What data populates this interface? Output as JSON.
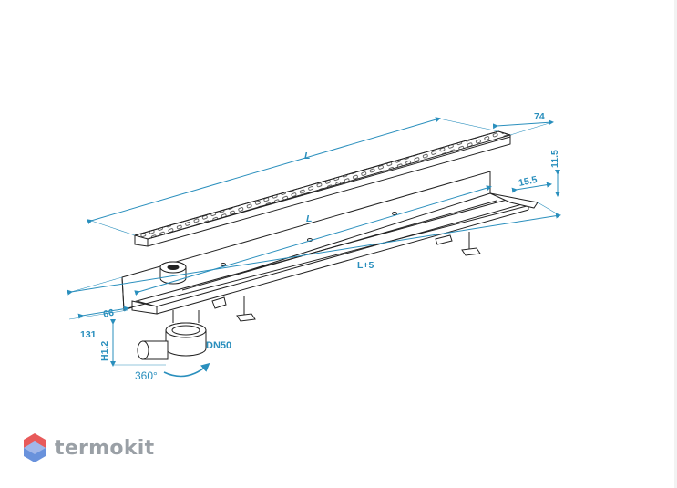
{
  "dimensions": {
    "length_top": "L",
    "width_top": "74",
    "length_mid": "L",
    "length_bottom": "L+5",
    "flange_width": "15.5",
    "height_right": "11.5",
    "depth_left": "66",
    "height_total": "131",
    "height_adjust": "H1.2"
  },
  "labels": {
    "outlet": "DN50",
    "rotation": "360°"
  },
  "brand": {
    "name": "termokit"
  },
  "colors": {
    "dimension": "#2a8fbd",
    "line": "#222222",
    "brand_text": "#9aa0a6",
    "logo_red": "#e85a5a",
    "logo_blue": "#4f7fd6"
  }
}
